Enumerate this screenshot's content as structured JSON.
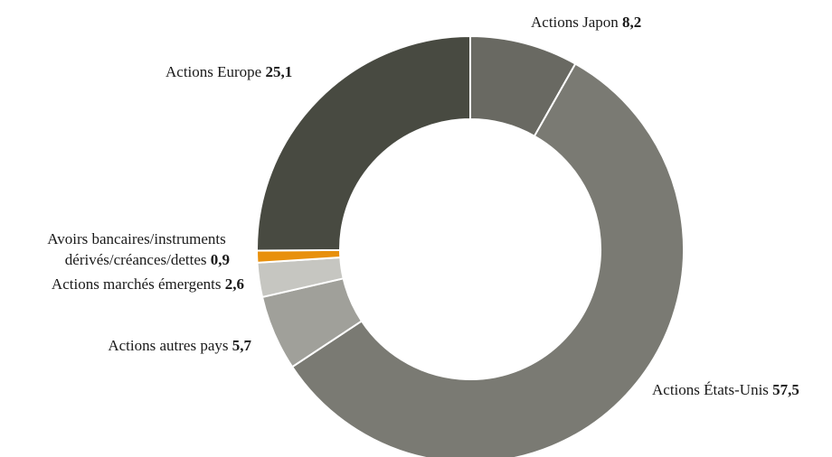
{
  "chart_data": {
    "type": "pie",
    "donut": true,
    "title": "",
    "legend": "none",
    "slices": [
      {
        "label": "Actions Japon",
        "value": 8.2,
        "display": "8,2",
        "color": "#696962"
      },
      {
        "label": "Actions États-Unis",
        "value": 57.5,
        "display": "57,5",
        "color": "#7a7a73"
      },
      {
        "label": "Actions autres pays",
        "value": 5.7,
        "display": "5,7",
        "color": "#a0a09a"
      },
      {
        "label": "Actions marchés émergents",
        "value": 2.6,
        "display": "2,6",
        "color": "#c6c6c1"
      },
      {
        "label_lines": [
          "Avoirs bancaires/instruments",
          "dérivés/créances/dettes"
        ],
        "value": 0.9,
        "display": "0,9",
        "color": "#e8900c"
      },
      {
        "label": "Actions Europe",
        "value": 25.1,
        "display": "25,1",
        "color": "#484a41"
      }
    ]
  }
}
